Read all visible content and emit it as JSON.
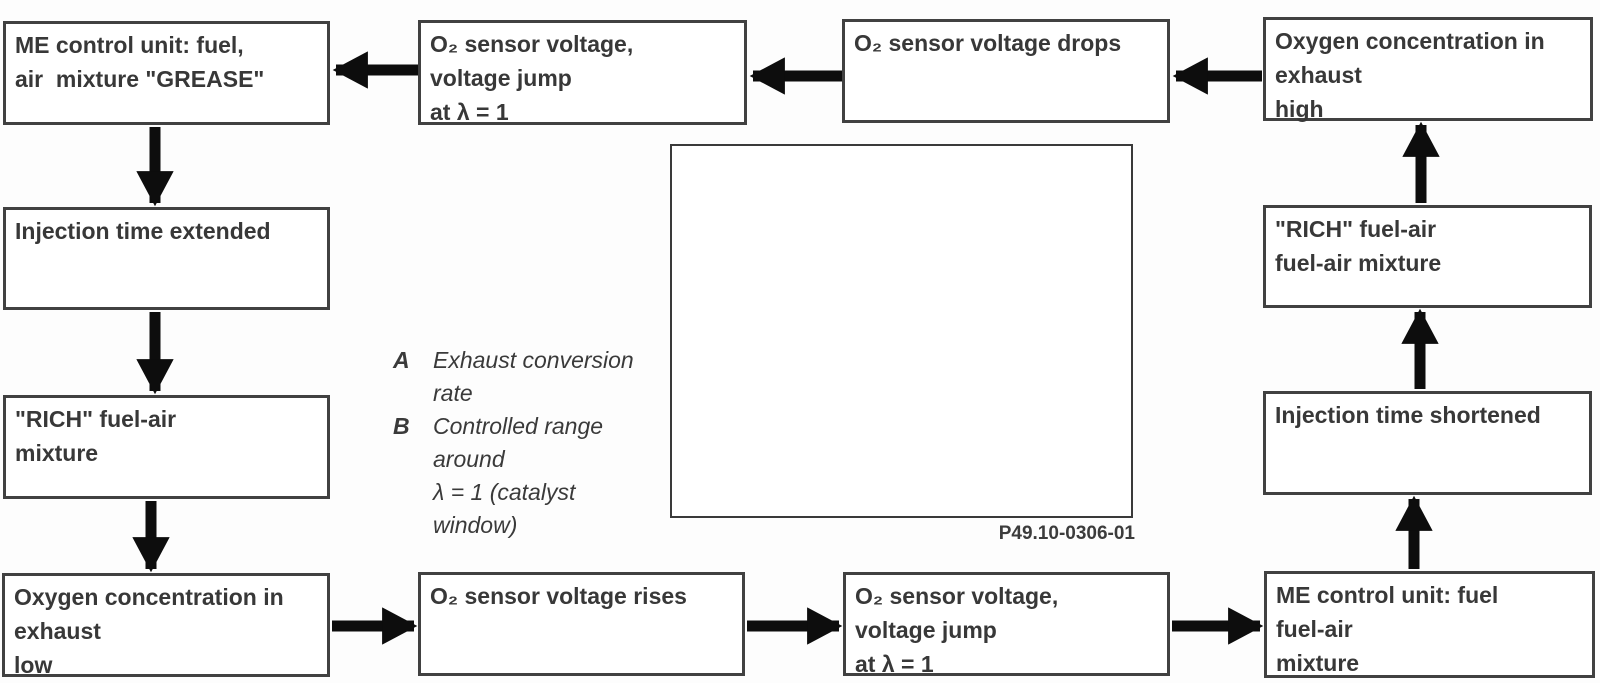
{
  "diagram": {
    "title_semantic": "Lambda control closed-loop cycle flowchart",
    "part_number": "P49.10-0306-01",
    "colors": {
      "box_border": "#414141",
      "text": "#383838",
      "arrow": "#0d0d0d",
      "background": "#ffffff"
    },
    "boxes": {
      "me_lean": {
        "lines": [
          "ME control unit: fuel,",
          "air  mixture \"GREASE\""
        ]
      },
      "o2_jump_top": {
        "lines": [
          "O₂ sensor voltage,",
          "voltage jump",
          "at λ = 1"
        ]
      },
      "o2_drops": {
        "lines": [
          "O₂ sensor voltage drops"
        ]
      },
      "oxygen_high": {
        "lines": [
          "Oxygen concentration in",
          "exhaust",
          "high"
        ]
      },
      "injection_extended": {
        "lines": [
          "Injection time extended"
        ]
      },
      "rich_left": {
        "lines": [
          "\"RICH\" fuel-air",
          "mixture"
        ]
      },
      "oxygen_low": {
        "lines": [
          "Oxygen concentration in",
          "exhaust",
          "low"
        ]
      },
      "o2_rises": {
        "lines": [
          "O₂ sensor voltage rises"
        ]
      },
      "o2_jump_bottom": {
        "lines": [
          "O₂ sensor voltage,",
          "voltage jump",
          "at λ = 1"
        ]
      },
      "me_rich": {
        "lines": [
          "ME control unit: fuel",
          "fuel-air",
          "mixture"
        ]
      },
      "injection_shortened": {
        "lines": [
          "Injection time shortened"
        ]
      },
      "rich_right": {
        "lines": [
          "\"RICH\" fuel-air",
          "fuel-air mixture"
        ]
      }
    },
    "legend": {
      "rows": [
        {
          "key": "A",
          "text": "Exhaust conversion"
        },
        {
          "key": "",
          "text": "rate"
        },
        {
          "key": "B",
          "text": "Controlled range"
        },
        {
          "key": "",
          "text": "around"
        },
        {
          "key": "",
          "text": "λ = 1 (catalyst"
        },
        {
          "key": "",
          "text": "window)"
        }
      ]
    }
  }
}
